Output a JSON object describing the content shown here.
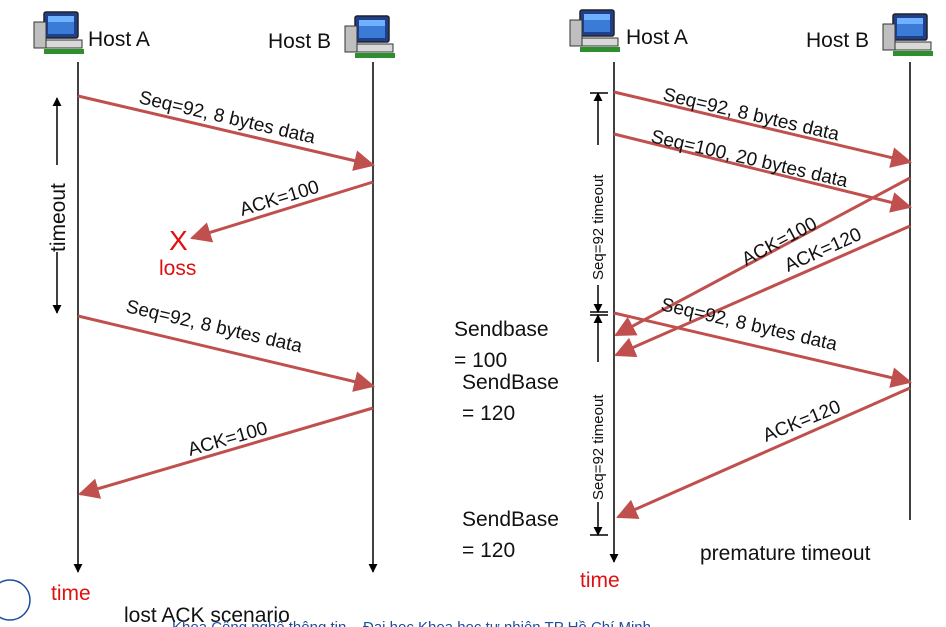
{
  "left": {
    "host_a": "Host A",
    "host_b": "Host B",
    "timeout_label": "timeout",
    "msg1": "Seq=92, 8 bytes data",
    "ack1": "ACK=100",
    "loss_mark": "X",
    "loss_label": "loss",
    "msg2": "Seq=92, 8 bytes data",
    "ack2": "ACK=100",
    "time_label": "time",
    "caption": "lost ACK scenario"
  },
  "right": {
    "host_a": "Host A",
    "host_b": "Host B",
    "msg1": "Seq=92, 8 bytes data",
    "msg2": "Seq=100, 20 bytes data",
    "ack1": "ACK=100",
    "ack2": "ACK=120",
    "timeout1": "Seq=92 timeout",
    "timeout2": "Seq=92 timeout",
    "msg3": "Seq=92, 8 bytes data",
    "ack3": "ACK=120",
    "sendbase1_a": "Sendbase",
    "sendbase1_b": "= 100",
    "sendbase2_a": "SendBase",
    "sendbase2_b": "= 120",
    "sendbase3_a": "SendBase",
    "sendbase3_b": "= 120",
    "time_label": "time",
    "caption": "premature timeout"
  },
  "footer": {
    "text": "Khoa Công nghệ thông tin – Đại học Khoa học tự nhiên TP Hồ Chí Minh"
  },
  "colors": {
    "arrow": "#c0504d",
    "accent": "#e01010",
    "line": "#000000"
  }
}
